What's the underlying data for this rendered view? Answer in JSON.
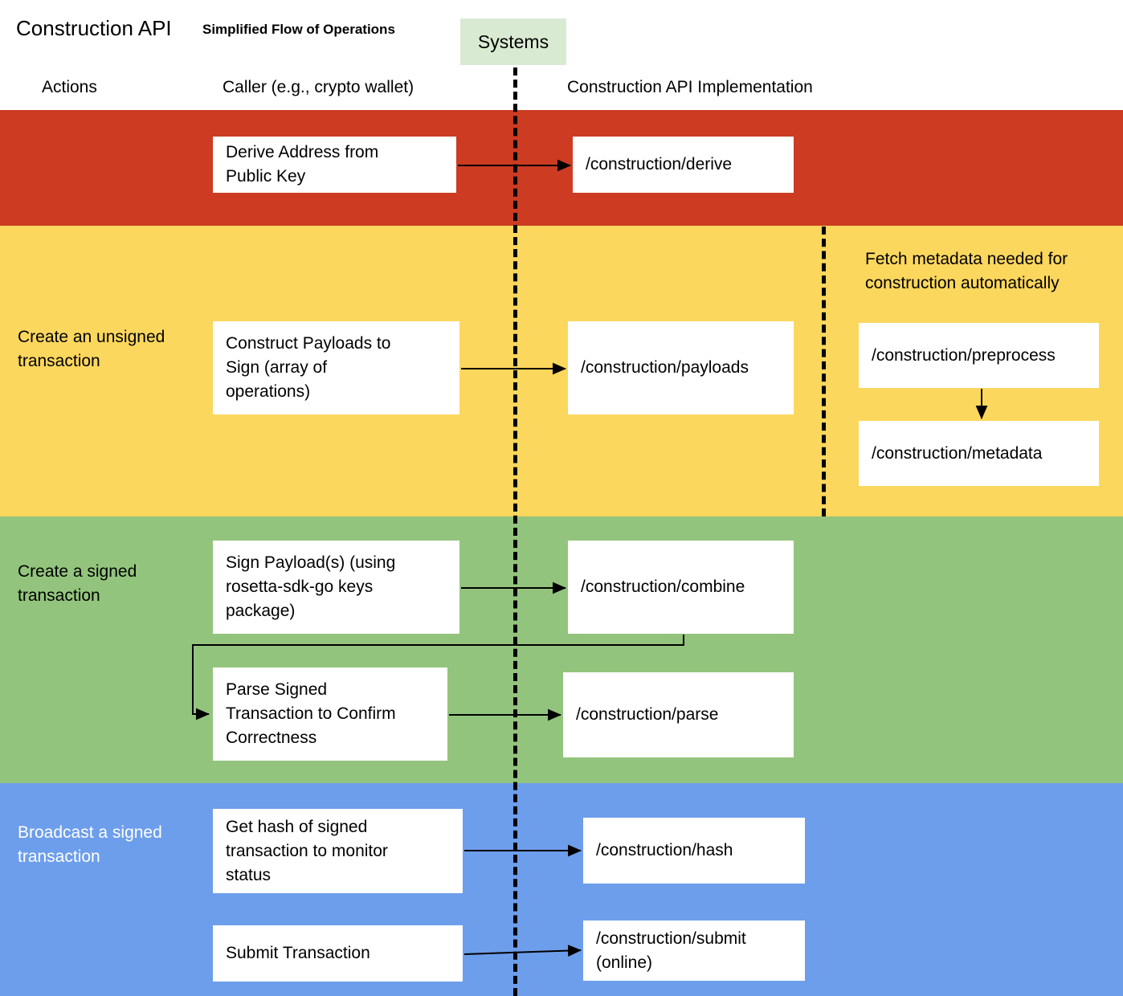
{
  "header": {
    "title": "Construction API",
    "subtitle": "Simplified Flow of Operations",
    "systems_chip": "Systems",
    "columns": {
      "actions": "Actions",
      "caller": "Caller (e.g., crypto wallet)",
      "implementation": "Construction API Implementation"
    }
  },
  "colors": {
    "band_derive": "#cc3b22",
    "band_unsigned": "#fcd75d",
    "band_signed": "#93c47d",
    "band_broadcast": "#6d9eeb",
    "systems_chip": "#d9ead3",
    "box_fill": "#ffffff",
    "divider": "#000000"
  },
  "lanes": [
    {
      "id": "derive",
      "label": "",
      "caller_boxes": [
        "Derive Address from\nPublic Key"
      ],
      "api_boxes": [
        "/construction/derive"
      ]
    },
    {
      "id": "unsigned",
      "label": "Create an unsigned\ntransaction",
      "caller_boxes": [
        "Construct Payloads to\nSign (array of\noperations)"
      ],
      "api_boxes": [
        "/construction/payloads"
      ],
      "note": "Fetch metadata needed for\nconstruction automatically",
      "auto_boxes": [
        "/construction/preprocess",
        "/construction/metadata"
      ]
    },
    {
      "id": "signed",
      "label": "Create a signed\ntransaction",
      "caller_boxes": [
        "Sign Payload(s) (using\nrosetta-sdk-go keys\npackage)",
        "Parse Signed\nTransaction to Confirm\nCorrectness"
      ],
      "api_boxes": [
        "/construction/combine",
        "/construction/parse"
      ]
    },
    {
      "id": "broadcast",
      "label": "Broadcast a signed\ntransaction",
      "caller_boxes": [
        "Get hash of signed\ntransaction to monitor\nstatus",
        "Submit Transaction"
      ],
      "api_boxes": [
        "/construction/hash",
        "/construction/submit\n(online)"
      ]
    }
  ]
}
